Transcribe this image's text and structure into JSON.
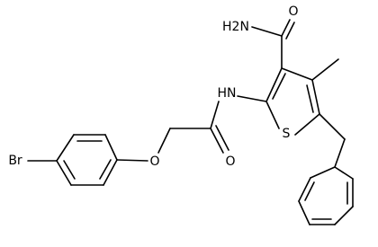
{
  "molecule": {
    "atoms": {
      "amide_n": "H2N",
      "amide_o": "O",
      "nh": "HN",
      "s": "S",
      "ether_o": "O",
      "carbonyl_o": "O",
      "br": "Br"
    }
  },
  "colors": {
    "bond": "#000000",
    "text": "#000000",
    "background": "#ffffff"
  }
}
